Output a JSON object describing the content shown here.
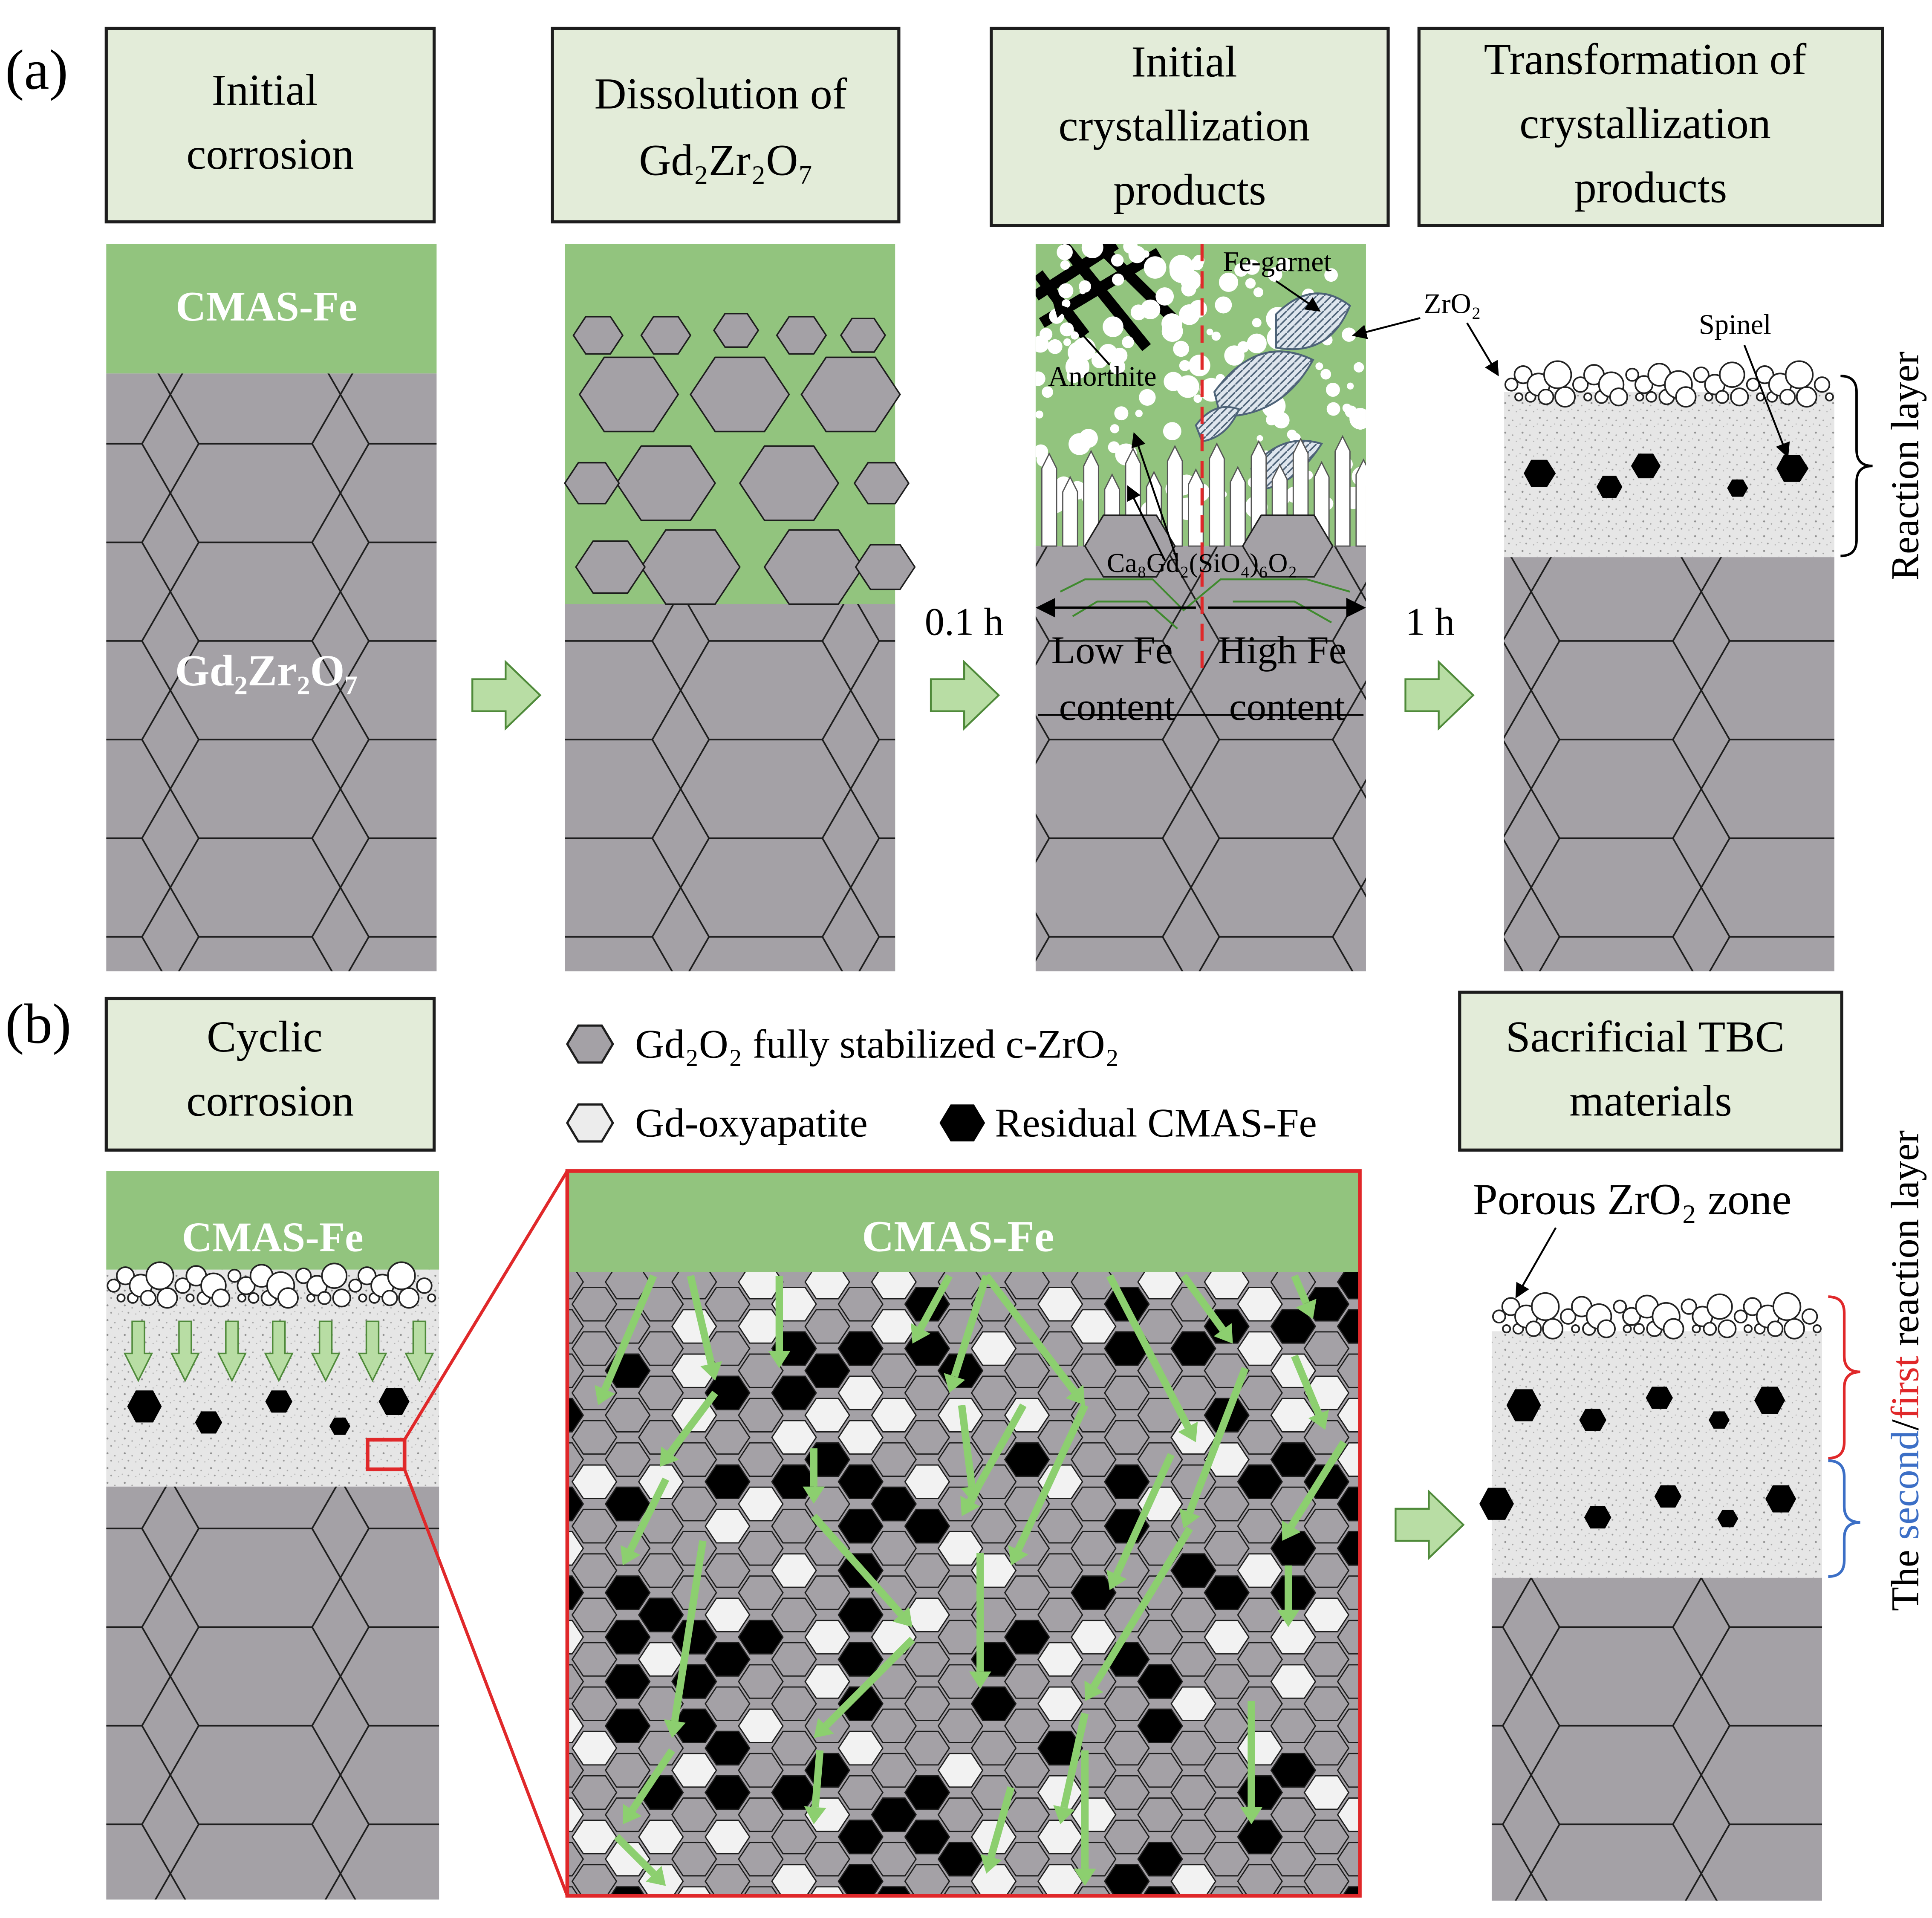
{
  "panel_a": {
    "label": "(a)",
    "stages": [
      {
        "lines": [
          "Initial",
          "corrosion"
        ]
      },
      {
        "lines": [
          "Dissolution of",
          "Gd₂Zr₂O₇"
        ]
      },
      {
        "lines": [
          "Initial",
          "crystallization",
          "products"
        ]
      },
      {
        "lines": [
          "Transformation of",
          "crystallization",
          "products"
        ]
      }
    ],
    "melt_label": "CMAS-Fe",
    "substrate_label": "Gd₂Zr₂O₇",
    "time_1": "0.1 h",
    "time_2": "1 h",
    "anorthite": "Anorthite",
    "fe_garnet": "Fe-garnet",
    "zro2": "ZrO₂",
    "apatite_formula": "Ca₈Gd₂(SiO₄)₆O₂",
    "low_fe": [
      "Low Fe",
      "content"
    ],
    "high_fe": [
      "High Fe",
      "content"
    ],
    "spinel": "Spinel",
    "reaction_layer": "Reaction layer"
  },
  "panel_b": {
    "label": "(b)",
    "stage_cyclic": [
      "Cyclic",
      "corrosion"
    ],
    "stage_sacrificial": [
      "Sacrificial TBC",
      "materials"
    ],
    "melt_label": "CMAS-Fe",
    "legend": [
      {
        "label": "Gd₂O₂ fully stabilized c-ZrO₂",
        "swatch": "#a4a1a6"
      },
      {
        "label": "Gd-oxyapatite",
        "swatch": "#ececec"
      },
      {
        "label": "Residual CMAS-Fe",
        "swatch": "#000000"
      }
    ],
    "porous_zone": "Porous ZrO₂ zone",
    "layer_caption": {
      "pre": "The ",
      "second": "second",
      "slash": "/",
      "first": "first",
      "post": " reaction layer"
    }
  },
  "colors": {
    "box_fill": "#e3ecd9",
    "melt_green": "#92c47e",
    "substrate_gray": "#a4a1a6",
    "arrow_green": "#b8dda4",
    "arrow_edge": "#4f8a3a",
    "red_accent": "#e0282a",
    "blue_accent": "#3c6fc6"
  }
}
